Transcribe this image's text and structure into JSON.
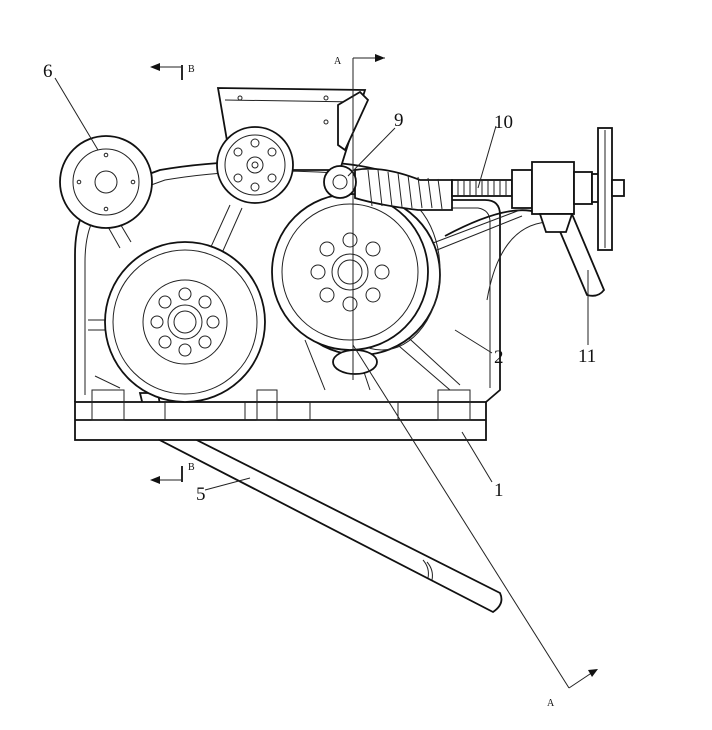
{
  "labels": {
    "base": "1",
    "frame": "2",
    "handle": "5",
    "left_pulley": "6",
    "spring": "9",
    "screw": "10",
    "lever": "11"
  },
  "section_marks": {
    "a_top": "A",
    "a_bottom": "A",
    "b_top": "B",
    "b_bottom": "B"
  }
}
